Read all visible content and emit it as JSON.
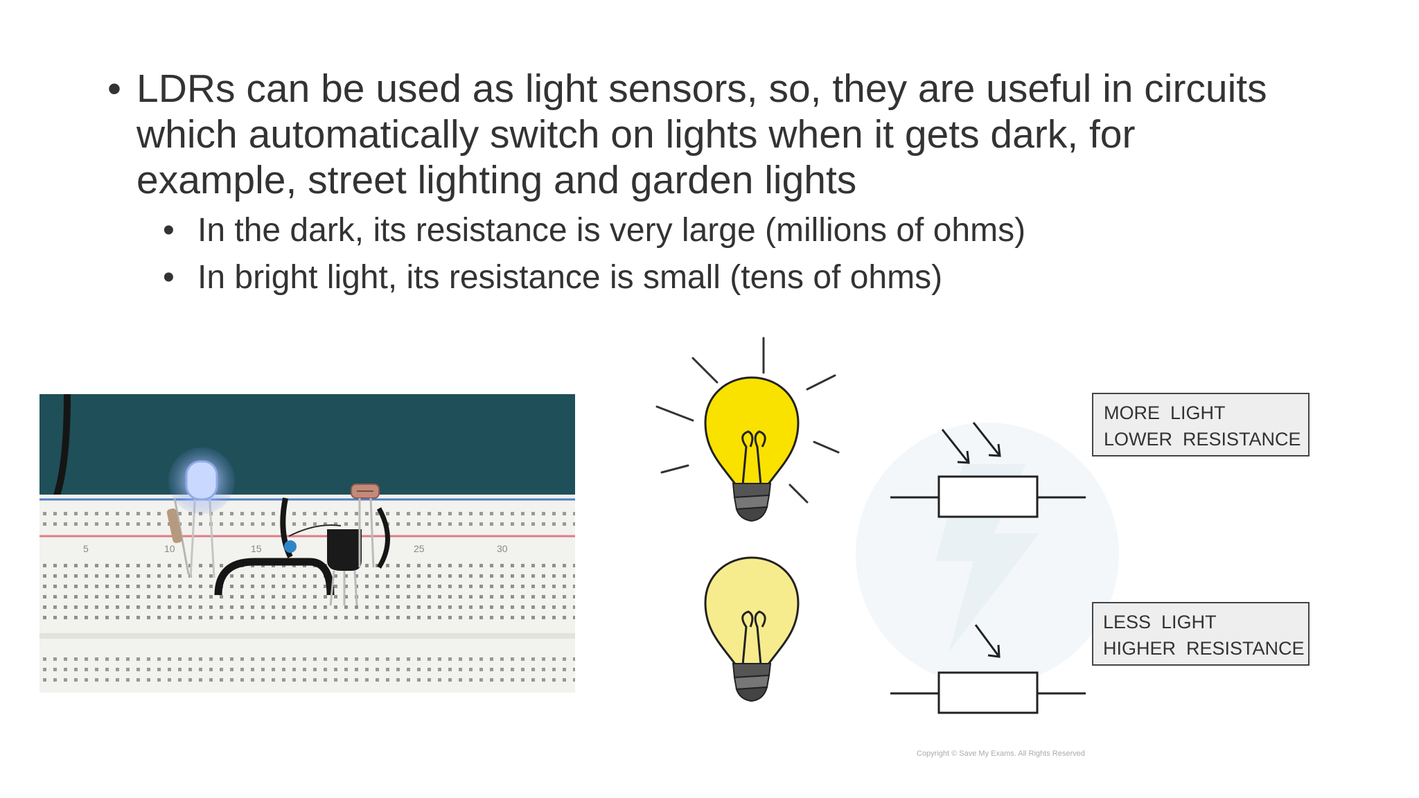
{
  "bullets": {
    "main": "LDRs can be used as light sensors, so, they are useful in circuits which automatically switch on lights when it gets dark, for example, street lighting and garden lights",
    "sub": [
      "In the dark, its resistance is very large (millions of ohms)",
      "In bright light, its resistance is small (tens of ohms)"
    ]
  },
  "photo": {
    "breadboard_numbers": [
      "5",
      "10",
      "15",
      "25",
      "30"
    ]
  },
  "diagram": {
    "bright": {
      "line1": "MORE  LIGHT",
      "line2": "LOWER  RESISTANCE"
    },
    "dim": {
      "line1": "LESS  LIGHT",
      "line2": "HIGHER  RESISTANCE"
    },
    "copyright": "Copyright © Save My Exams. All Rights Reserved"
  },
  "colors": {
    "text": "#333333",
    "bulb_bright": "#f9e200",
    "bulb_dim": "#f6ec8e",
    "bulb_base": "#555555",
    "label_box": "#eeeeee",
    "board": "#f2f2ee",
    "backdrop": "#1f4f58"
  }
}
